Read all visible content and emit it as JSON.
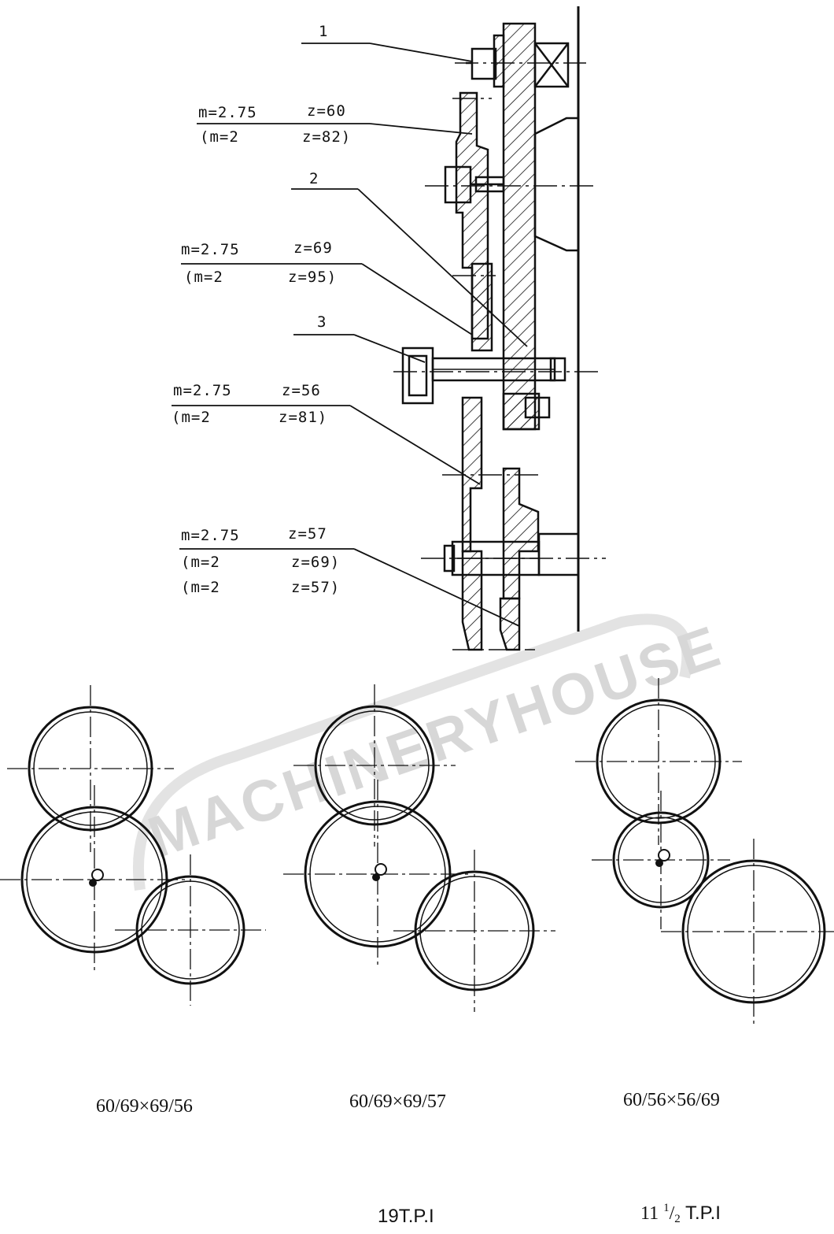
{
  "watermark": "MACHINERYHOUSE",
  "parts": {
    "p1": "1",
    "p2": "2",
    "p3": "3"
  },
  "gear_specs": [
    {
      "main_m": "m=2.75",
      "main_z": "z=60",
      "alt": [
        {
          "m": "(m=2",
          "z": "z=82)"
        }
      ]
    },
    {
      "main_m": "m=2.75",
      "main_z": "z=69",
      "alt": [
        {
          "m": "(m=2",
          "z": "z=95)"
        }
      ]
    },
    {
      "main_m": "m=2.75",
      "main_z": "z=56",
      "alt": [
        {
          "m": "(m=2",
          "z": "z=81)"
        }
      ]
    },
    {
      "main_m": "m=2.75",
      "main_z": "z=57",
      "alt": [
        {
          "m": "(m=2",
          "z": "z=69)"
        },
        {
          "m": "(m=2",
          "z": "z=57)"
        }
      ]
    }
  ],
  "setups": [
    {
      "ratio": "60/69×69/56",
      "tpi": ""
    },
    {
      "ratio": "60/69×69/57",
      "tpi": "19T.P.I"
    },
    {
      "ratio": "60/56×56/69",
      "tpi_main": "11 ",
      "tpi_num": "1",
      "tpi_den": "2",
      "tpi_unit": " T.P.I"
    }
  ]
}
